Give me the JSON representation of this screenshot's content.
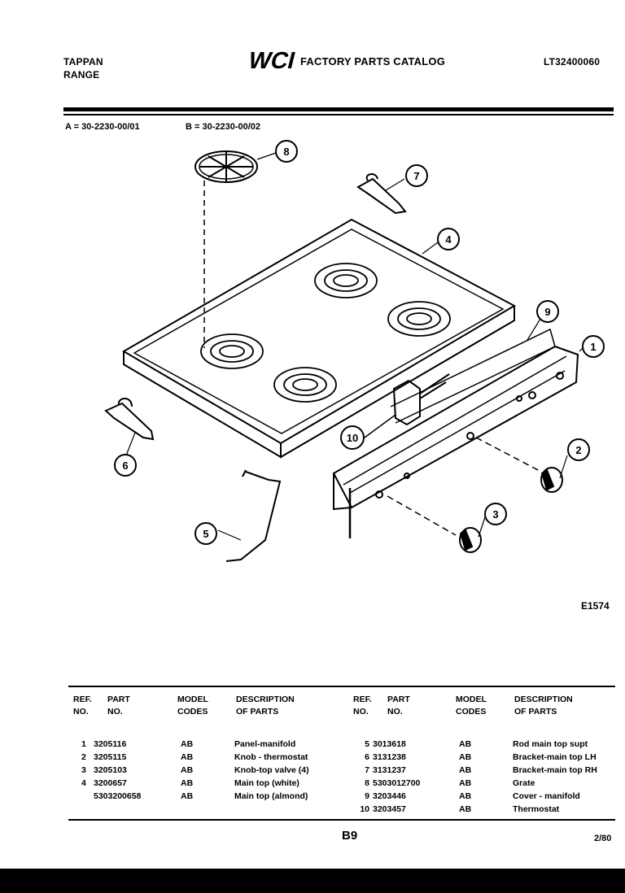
{
  "header": {
    "brand_line1": "TAPPAN",
    "brand_line2": "RANGE",
    "logo_text": "WCI",
    "catalog_title": "FACTORY PARTS CATALOG",
    "catalog_number": "LT32400060"
  },
  "models": {
    "a": "A = 30-2230-00/01",
    "b": "B = 30-2230-00/02"
  },
  "diagram": {
    "callouts": [
      "1",
      "2",
      "3",
      "4",
      "5",
      "6",
      "7",
      "8",
      "9",
      "10"
    ],
    "figure_code": "E1574"
  },
  "table": {
    "headers": {
      "ref_no": "REF.\nNO.",
      "part_no": "PART\nNO.",
      "model_codes": "MODEL\nCODES",
      "description": "DESCRIPTION\nOF PARTS"
    },
    "left_rows": [
      {
        "ref": "1",
        "part": "3205116",
        "codes": "AB",
        "desc": "Panel-manifold"
      },
      {
        "ref": "2",
        "part": "3205115",
        "codes": "AB",
        "desc": "Knob - thermostat"
      },
      {
        "ref": "3",
        "part": "3205103",
        "codes": "AB",
        "desc": "Knob-top valve (4)"
      },
      {
        "ref": "4",
        "part": "3200657",
        "codes": "AB",
        "desc": "Main top (white)"
      },
      {
        "ref": "",
        "part": "5303200658",
        "codes": "AB",
        "desc": "Main top (almond)"
      }
    ],
    "right_rows": [
      {
        "ref": "5",
        "part": "3013618",
        "codes": "AB",
        "desc": "Rod main top supt"
      },
      {
        "ref": "6",
        "part": "3131238",
        "codes": "AB",
        "desc": "Bracket-main top LH"
      },
      {
        "ref": "7",
        "part": "3131237",
        "codes": "AB",
        "desc": "Bracket-main top RH"
      },
      {
        "ref": "8",
        "part": "5303012700",
        "codes": "AB",
        "desc": "Grate"
      },
      {
        "ref": "9",
        "part": "3203446",
        "codes": "AB",
        "desc": "Cover - manifold"
      },
      {
        "ref": "10",
        "part": "3203457",
        "codes": "AB",
        "desc": "Thermostat"
      }
    ]
  },
  "footer": {
    "page_number": "B9",
    "date": "2/80"
  }
}
